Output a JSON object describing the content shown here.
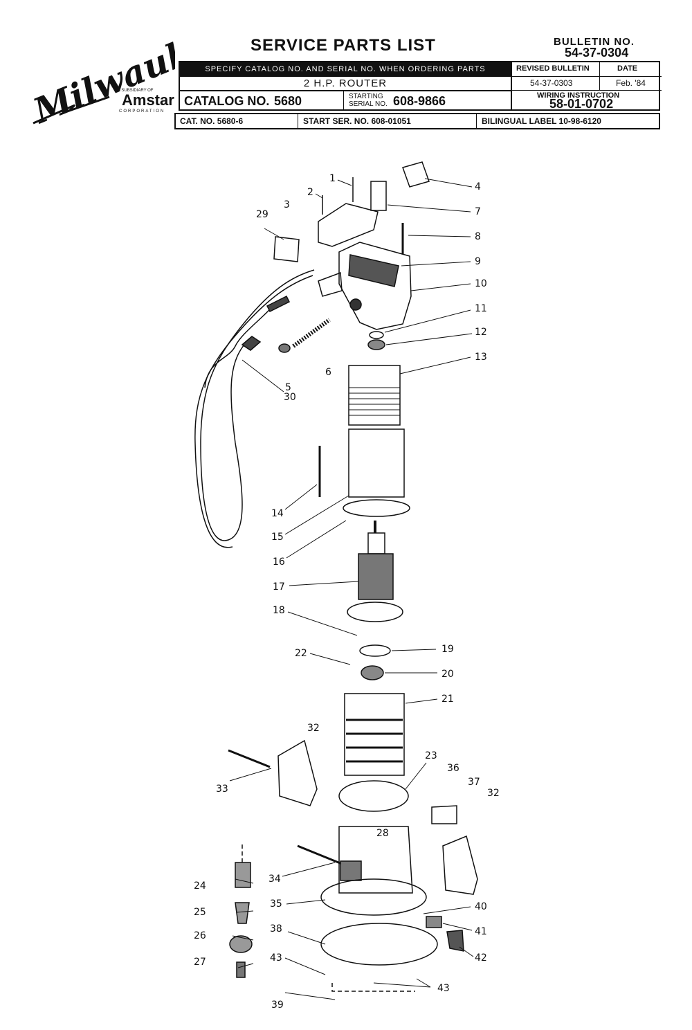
{
  "header": {
    "brand": "Milwaukee",
    "subsidiary_line": "A SUBSIDIARY OF",
    "parent": "Amstar",
    "parent_sub": "CORPORATION",
    "title": "SERVICE PARTS LIST",
    "bulletin_label": "BULLETIN NO.",
    "bulletin_no": "54-37-0304",
    "specify_note": "SPECIFY CATALOG NO. AND SERIAL NO. WHEN ORDERING PARTS",
    "product": "2 H.P. ROUTER",
    "revised_label": "REVISED BULLETIN",
    "revised_value": "54-37-0303",
    "date_label": "DATE",
    "date_value": "Feb. '84",
    "catalog_label": "CATALOG NO.",
    "catalog_value": "5680",
    "starting_label_1": "STARTING",
    "starting_label_2": "SERIAL NO.",
    "serial_value": "608-9866",
    "wiring_label": "WIRING INSTRUCTION",
    "wiring_value": "58-01-0702"
  },
  "subheader": {
    "cat_no": "CAT. NO.  5680-6",
    "start_ser": "START SER. NO.  608-01051",
    "bilingual": "BILINGUAL LABEL  10-98-6120"
  },
  "callouts": {
    "c1": "1",
    "c2": "2",
    "c3": "3",
    "c4": "4",
    "c5": "5",
    "c6": "6",
    "c7": "7",
    "c8": "8",
    "c9": "9",
    "c10": "10",
    "c11": "11",
    "c12": "12",
    "c13": "13",
    "c14": "14",
    "c15": "15",
    "c16": "16",
    "c17": "17",
    "c18": "18",
    "c19": "19",
    "c20": "20",
    "c21": "21",
    "c22": "22",
    "c23": "23",
    "c24": "24",
    "c25": "25",
    "c26": "26",
    "c27": "27",
    "c28": "28",
    "c29": "29",
    "c30": "30",
    "c32a": "32",
    "c32b": "32",
    "c33": "33",
    "c34": "34",
    "c35": "35",
    "c36": "36",
    "c37": "37",
    "c38": "38",
    "c39": "39",
    "c40": "40",
    "c41": "41",
    "c42": "42",
    "c43a": "43",
    "c43b": "43"
  }
}
